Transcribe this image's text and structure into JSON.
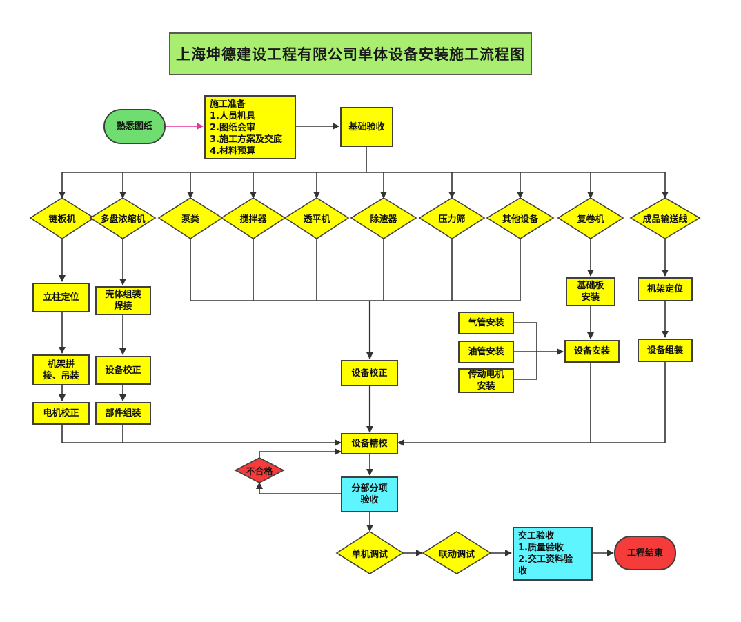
{
  "title": "上海坤德建设工程有限公司单体设备安装施工流程图",
  "nodes": {
    "familiar": "熟悉图纸",
    "prep": "施工准备\n1.人员机具\n2.图纸会审\n3.施工方案及交底\n4.材料预算",
    "foundation": "基础验收",
    "m1": "链板机",
    "m2": "多盘浓缩机",
    "m3": "泵类",
    "m4": "搅拌器",
    "m5": "透平机",
    "m6": "除渣器",
    "m7": "压力筛",
    "m8": "其他设备",
    "m9": "复卷机",
    "m10": "成品输送线",
    "c1a": "立柱定位",
    "c1b": "机架拼\n接、吊装",
    "c1c": "电机校正",
    "c2a": "壳体组装\n焊接",
    "c2b": "设备校正",
    "c2c": "部件组装",
    "center_correct": "设备校正",
    "gas": "气管安装",
    "oil": "油管安装",
    "motor": "传动电机\n安装",
    "c9a": "基础板\n安装",
    "c9b": "设备安装",
    "c10a": "机架定位",
    "c10b": "设备组装",
    "precision": "设备精校",
    "fail": "不合格",
    "sub_accept": "分部分项\n验收",
    "single_test": "单机调试",
    "linked_test": "联动调试",
    "handover": "交工验收\n1.质量验收\n2.交工资料验\n收",
    "end": "工程结束"
  },
  "colors": {
    "title_bg": "#a9ee70",
    "process": "#ffff00",
    "inspection": "#5ff5ff",
    "start": "#6fdd6f",
    "fail": "#f63b3b",
    "end": "#f63b3b",
    "start_arrow": "#e8339a"
  }
}
